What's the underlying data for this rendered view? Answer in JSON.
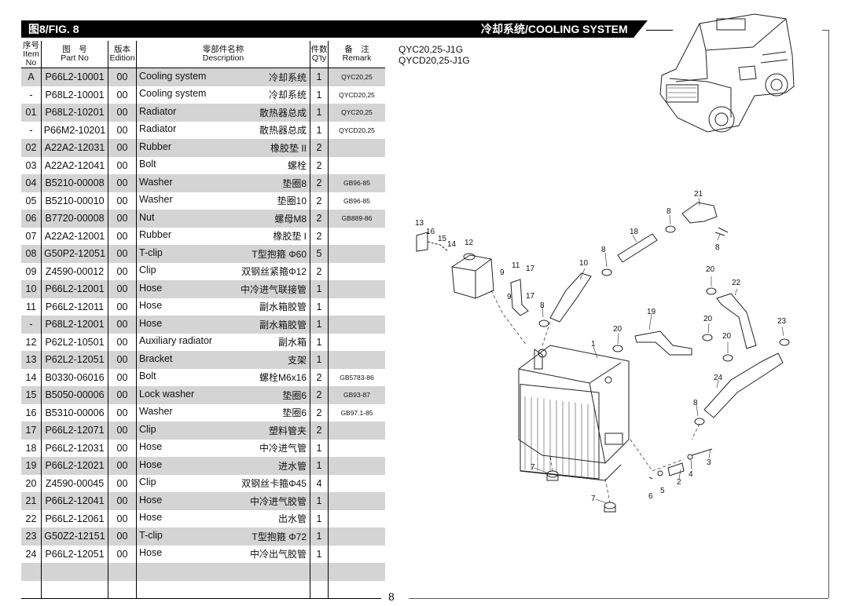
{
  "header": {
    "fig_label": "图8/FIG. 8",
    "section_title": "冷却系统/COOLING SYSTEM"
  },
  "columns": {
    "item": [
      "序号",
      "Item",
      "No"
    ],
    "part": [
      "图　号",
      "Part No"
    ],
    "edition": [
      "版本",
      "Edition"
    ],
    "description": [
      "零部件名称",
      "Description"
    ],
    "qty": [
      "件数",
      "Q'ty"
    ],
    "remark": [
      "备　注",
      "Remark"
    ]
  },
  "models": [
    "QYC20,25-J1G",
    "QYCD20,25-J1G"
  ],
  "rows": [
    {
      "item": "A",
      "part": "P66L2-10001",
      "edition": "00",
      "desc_en": "Cooling system",
      "desc_cn": "冷却系统",
      "qty": "1",
      "remark": "QYC20,25"
    },
    {
      "item": "-",
      "part": "P68L2-10001",
      "edition": "00",
      "desc_en": "Cooling system",
      "desc_cn": "冷却系统",
      "qty": "1",
      "remark": "QYCD20,25"
    },
    {
      "item": "01",
      "part": "P68L2-10201",
      "edition": "00",
      "desc_en": "Radiator",
      "desc_cn": "散热器总成",
      "qty": "1",
      "remark": "QYC20,25"
    },
    {
      "item": "-",
      "part": "P66M2-10201",
      "edition": "00",
      "desc_en": "Radiator",
      "desc_cn": "散热器总成",
      "qty": "1",
      "remark": "QYCD20,25"
    },
    {
      "item": "02",
      "part": "A22A2-12031",
      "edition": "00",
      "desc_en": "Rubber",
      "desc_cn": "橡胶垫 II",
      "qty": "2",
      "remark": ""
    },
    {
      "item": "03",
      "part": "A22A2-12041",
      "edition": "00",
      "desc_en": "Bolt",
      "desc_cn": "螺栓",
      "qty": "2",
      "remark": ""
    },
    {
      "item": "04",
      "part": "B5210-00008",
      "edition": "00",
      "desc_en": "Washer",
      "desc_cn": "垫圈8",
      "qty": "2",
      "remark": "GB96-85"
    },
    {
      "item": "05",
      "part": "B5210-00010",
      "edition": "00",
      "desc_en": "Washer",
      "desc_cn": "垫圈10",
      "qty": "2",
      "remark": "GB96-85"
    },
    {
      "item": "06",
      "part": "B7720-00008",
      "edition": "00",
      "desc_en": "Nut",
      "desc_cn": "螺母M8",
      "qty": "2",
      "remark": "GB889-86"
    },
    {
      "item": "07",
      "part": "A22A2-12001",
      "edition": "00",
      "desc_en": "Rubber",
      "desc_cn": "橡胶垫 I",
      "qty": "2",
      "remark": ""
    },
    {
      "item": "08",
      "part": "G50P2-12051",
      "edition": "00",
      "desc_en": "T-clip",
      "desc_cn": "T型抱箍 Φ60",
      "qty": "5",
      "remark": ""
    },
    {
      "item": "09",
      "part": "Z4590-00012",
      "edition": "00",
      "desc_en": "Clip",
      "desc_cn": "双钢丝紧箍Φ12",
      "qty": "2",
      "remark": ""
    },
    {
      "item": "10",
      "part": "P66L2-12001",
      "edition": "00",
      "desc_en": "Hose",
      "desc_cn": "中冷进气联接管",
      "qty": "1",
      "remark": ""
    },
    {
      "item": "11",
      "part": "P66L2-12011",
      "edition": "00",
      "desc_en": "Hose",
      "desc_cn": "副水箱胶管",
      "qty": "1",
      "remark": ""
    },
    {
      "item": "-",
      "part": "P68L2-12001",
      "edition": "00",
      "desc_en": "Hose",
      "desc_cn": "副水箱胶管",
      "qty": "1",
      "remark": ""
    },
    {
      "item": "12",
      "part": "P62L2-10501",
      "edition": "00",
      "desc_en": "Auxiliary radiator",
      "desc_cn": "副水箱",
      "qty": "1",
      "remark": ""
    },
    {
      "item": "13",
      "part": "P62L2-12051",
      "edition": "00",
      "desc_en": "Bracket",
      "desc_cn": "支架",
      "qty": "1",
      "remark": ""
    },
    {
      "item": "14",
      "part": "B0330-06016",
      "edition": "00",
      "desc_en": "Bolt",
      "desc_cn": "螺栓M6x16",
      "qty": "2",
      "remark": "GB5783-86"
    },
    {
      "item": "15",
      "part": "B5050-00006",
      "edition": "00",
      "desc_en": "Lock washer",
      "desc_cn": "垫圈6",
      "qty": "2",
      "remark": "GB93-87"
    },
    {
      "item": "16",
      "part": "B5310-00006",
      "edition": "00",
      "desc_en": "Washer",
      "desc_cn": "垫圈6",
      "qty": "2",
      "remark": "GB97.1-85"
    },
    {
      "item": "17",
      "part": "P66L2-12071",
      "edition": "00",
      "desc_en": "Clip",
      "desc_cn": "塑料管夹",
      "qty": "2",
      "remark": ""
    },
    {
      "item": "18",
      "part": "P66L2-12031",
      "edition": "00",
      "desc_en": "Hose",
      "desc_cn": "中冷进气管",
      "qty": "1",
      "remark": ""
    },
    {
      "item": "19",
      "part": "P66L2-12021",
      "edition": "00",
      "desc_en": "Hose",
      "desc_cn": "进水管",
      "qty": "1",
      "remark": ""
    },
    {
      "item": "20",
      "part": "Z4590-00045",
      "edition": "00",
      "desc_en": "Clip",
      "desc_cn": "双钢丝卡箍Φ45",
      "qty": "4",
      "remark": ""
    },
    {
      "item": "21",
      "part": "P66L2-12041",
      "edition": "00",
      "desc_en": "Hose",
      "desc_cn": "中冷进气胶管",
      "qty": "1",
      "remark": ""
    },
    {
      "item": "22",
      "part": "P66L2-12061",
      "edition": "00",
      "desc_en": "Hose",
      "desc_cn": "出水管",
      "qty": "1",
      "remark": ""
    },
    {
      "item": "23",
      "part": "G50Z2-12151",
      "edition": "00",
      "desc_en": "T-clip",
      "desc_cn": "T型抱箍 Φ72",
      "qty": "1",
      "remark": ""
    },
    {
      "item": "24",
      "part": "P66L2-12051",
      "edition": "00",
      "desc_en": "Hose",
      "desc_cn": "中冷出气胶管",
      "qty": "1",
      "remark": ""
    },
    {
      "item": "",
      "part": "",
      "edition": "",
      "desc_en": "",
      "desc_cn": "",
      "qty": "",
      "remark": ""
    },
    {
      "item": "",
      "part": "",
      "edition": "",
      "desc_en": "",
      "desc_cn": "",
      "qty": "",
      "remark": ""
    }
  ],
  "callouts": {
    "n1": "1",
    "n2": "2",
    "n3": "3",
    "n4": "4",
    "n5": "5",
    "n6": "6",
    "n7a": "7",
    "n7b": "7",
    "n8a": "8",
    "n8b": "8",
    "n8c": "8",
    "n8d": "8",
    "n8e": "8",
    "n9a": "9",
    "n9b": "9",
    "n10": "10",
    "n11": "11",
    "n12": "12",
    "n13": "13",
    "n14": "14",
    "n15": "15",
    "n16": "16",
    "n17a": "17",
    "n17b": "17",
    "n18": "18",
    "n19": "19",
    "n20a": "20",
    "n20b": "20",
    "n20c": "20",
    "n20d": "20",
    "n21": "21",
    "n22": "22",
    "n23": "23",
    "n24": "24"
  },
  "page_number": "8"
}
